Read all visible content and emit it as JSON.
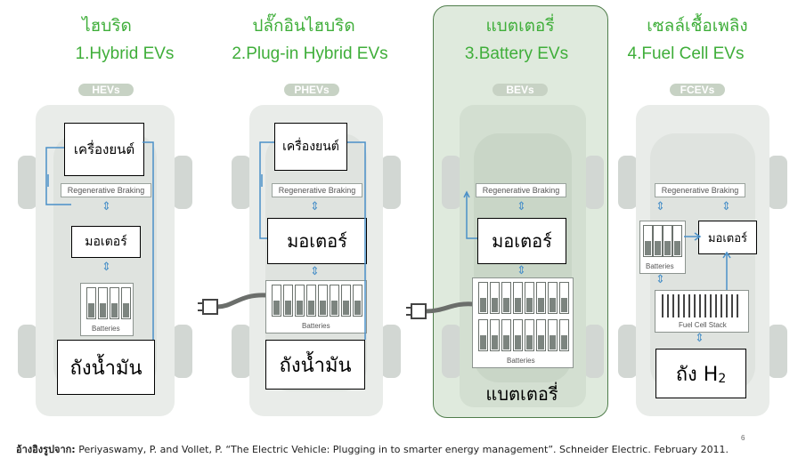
{
  "columns": [
    {
      "thai_title": "ไฮบริด",
      "eng_title": "1.Hybrid EVs",
      "badge": "HEVs",
      "engine_label": "เครื่องยนต์",
      "regen_label": "Regenerative Braking",
      "motor_label": "มอเตอร์",
      "batteries_label": "Batteries",
      "tank_label": "ถังน้ำมัน"
    },
    {
      "thai_title": "ปลั๊กอินไฮบริด",
      "eng_title": "2.Plug-in Hybrid EVs",
      "badge": "PHEVs",
      "engine_label": "เครื่องยนต์",
      "regen_label": "Regenerative Braking",
      "motor_label": "มอเตอร์",
      "batteries_label": "Batteries",
      "tank_label": "ถังน้ำมัน"
    },
    {
      "thai_title": "แบตเตอรี่",
      "eng_title": "3.Battery EVs",
      "badge": "BEVs",
      "regen_label": "Regenerative Braking",
      "motor_label": "มอเตอร์",
      "batteries_label": "Batteries",
      "tank_label": "แบตเตอรี่"
    },
    {
      "thai_title": "เซลล์เชื้อเพลิง",
      "eng_title": "4.Fuel Cell EVs",
      "badge": "FCEVs",
      "regen_label": "Regenerative Braking",
      "motor_label": "มอเตอร์",
      "batteries_label": "Batteries",
      "fuelcell_label": "Fuel Cell Stack",
      "tank_label": "ถัง H",
      "tank_sub": "2"
    }
  ],
  "page_number": "6",
  "reference": {
    "prefix": "อ้างอิงรูปจาก:",
    "text": " Periyaswamy, P. and Vollet, P. “The Electric Vehicle: Plugging in to smarter energy management”. Schneider Electric. February 2011."
  },
  "colors": {
    "title_green": "#3fae3a",
    "highlight_fill": "#dfeadd",
    "highlight_border": "#4f7d4b",
    "arrow_blue": "#4a90c8"
  }
}
